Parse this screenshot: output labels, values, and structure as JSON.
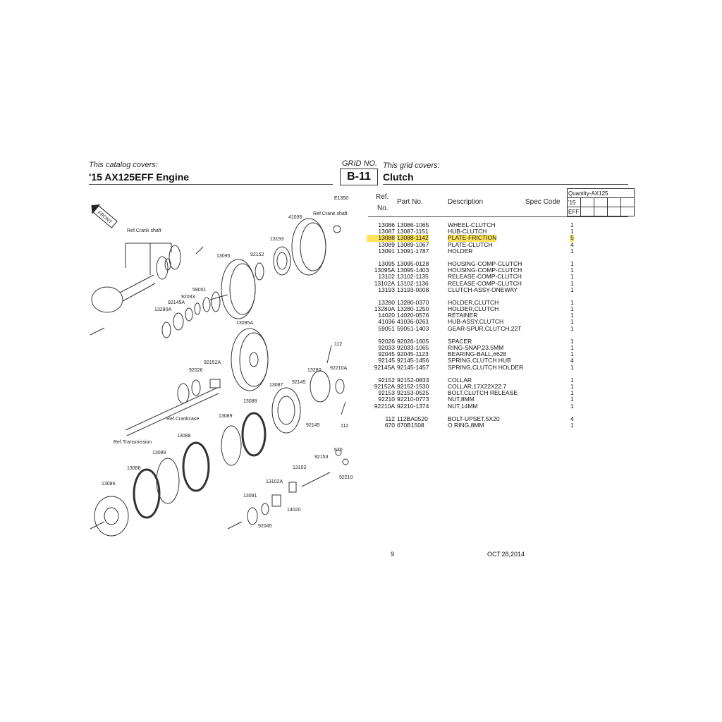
{
  "catalog": {
    "covers_label": "This catalog covers:",
    "title": "'15 AX125EFF Engine"
  },
  "grid": {
    "no_label": "GRID NO.",
    "number": "B-11",
    "covers_label": "This grid covers:",
    "title": "Clutch"
  },
  "table_headers": {
    "ref": "Ref.",
    "no": "No.",
    "part_no": "Part No.",
    "description": "Description",
    "spec_code": "Spec Code",
    "quantity": "Quantity-AX125",
    "year": "'15",
    "variant": "EFF"
  },
  "parts": [
    {
      "ref": "13086",
      "part": "13086-1065",
      "desc": "WHEEL-CLUTCH",
      "qty": "1"
    },
    {
      "ref": "13087",
      "part": "13087-1151",
      "desc": "HUB-CLUTCH",
      "qty": "1"
    },
    {
      "ref": "13088",
      "part": "13088-1142",
      "desc": "PLATE-FRICTION",
      "qty": "5",
      "highlight": true
    },
    {
      "ref": "13089",
      "part": "13089-1067",
      "desc": "PLATE-CLUTCH",
      "qty": "4"
    },
    {
      "ref": "13091",
      "part": "13091-1787",
      "desc": "HOLDER",
      "qty": "1"
    },
    {
      "gap": true
    },
    {
      "ref": "13095",
      "part": "13095-0128",
      "desc": "HOUSING-COMP-CLUTCH",
      "qty": "1"
    },
    {
      "ref": "13095A",
      "part": "13095-1403",
      "desc": "HOUSING-COMP-CLUTCH",
      "qty": "1"
    },
    {
      "ref": "13102",
      "part": "13102-1135",
      "desc": "RELEASE-COMP-CLUTCH",
      "qty": "1"
    },
    {
      "ref": "13102A",
      "part": "13102-1136",
      "desc": "RELEASE-COMP-CLUTCH",
      "qty": "1"
    },
    {
      "ref": "13193",
      "part": "13193-0008",
      "desc": "CLUTCH-ASSY-ONEWAY",
      "qty": "1"
    },
    {
      "gap": true
    },
    {
      "ref": "13280",
      "part": "13280-0370",
      "desc": "HOLDER,CLUTCH",
      "qty": "1"
    },
    {
      "ref": "13280A",
      "part": "13280-1250",
      "desc": "HOLDER,CLUTCH",
      "qty": "1"
    },
    {
      "ref": "14020",
      "part": "14020-0576",
      "desc": "RETAINER",
      "qty": "1"
    },
    {
      "ref": "41036",
      "part": "41036-0261",
      "desc": "HUB-ASSY,CLUTCH",
      "qty": "1"
    },
    {
      "ref": "59051",
      "part": "59051-1403",
      "desc": "GEAR-SPUR,CLUTCH,22T",
      "qty": "1"
    },
    {
      "gap": true
    },
    {
      "ref": "92026",
      "part": "92026-1605",
      "desc": "SPACER",
      "qty": "1"
    },
    {
      "ref": "92033",
      "part": "92033-1065",
      "desc": "RING-SNAP,23.5MM",
      "qty": "1"
    },
    {
      "ref": "92045",
      "part": "92045-1123",
      "desc": "BEARING-BALL,#628",
      "qty": "1"
    },
    {
      "ref": "92145",
      "part": "92145-1456",
      "desc": "SPRING,CLUTCH HUB",
      "qty": "4"
    },
    {
      "ref": "92145A",
      "part": "92145-1457",
      "desc": "SPRING,CLUTCH HOLDER",
      "qty": "1"
    },
    {
      "gap": true
    },
    {
      "ref": "92152",
      "part": "92152-0833",
      "desc": "COLLAR",
      "qty": "1"
    },
    {
      "ref": "92152A",
      "part": "92152-1530",
      "desc": "COLLAR,17X22X22.7",
      "qty": "1"
    },
    {
      "ref": "92153",
      "part": "92153-0525",
      "desc": "BOLT,CLUTCH RELEASE",
      "qty": "1"
    },
    {
      "ref": "92210",
      "part": "92210-0773",
      "desc": "NUT,8MM",
      "qty": "1"
    },
    {
      "ref": "92210A",
      "part": "92210-1374",
      "desc": "NUT,14MM",
      "qty": "1"
    },
    {
      "gap": true
    },
    {
      "ref": "112",
      "part": "112BA0520",
      "desc": "BOLT-UPSET,5X20",
      "qty": "4"
    },
    {
      "ref": "670",
      "part": "670B1508",
      "desc": "O RING,8MM",
      "qty": "1"
    }
  ],
  "footer": {
    "page": "9",
    "date": "OCT.28,2014"
  },
  "diagram": {
    "code": "E1350",
    "front_label": "FRONT",
    "callouts": [
      "Ref.Crank shaft",
      "Ref.Crank shaft",
      "41036",
      "13193",
      "92152",
      "13095",
      "59051",
      "92033",
      "92145A",
      "13280A",
      "13095A",
      "112",
      "92152A",
      "92026",
      "13280",
      "92210A",
      "13087",
      "92145",
      "Ref.Crankcase",
      "13089",
      "13088",
      "Ref.Transmission",
      "13088",
      "13089",
      "92145",
      "112",
      "670",
      "92153",
      "13088",
      "92210",
      "13102",
      "13102A",
      "13086",
      "13091",
      "14020",
      "92045"
    ]
  },
  "colors": {
    "highlight": "#ffe45c"
  }
}
